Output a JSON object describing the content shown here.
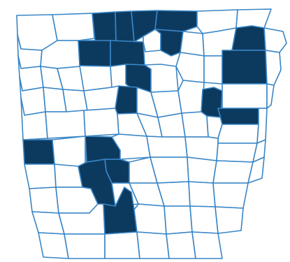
{
  "map": {
    "region": "Arkansas",
    "unit": "county",
    "colors": {
      "background": "#ffffff",
      "county_fill": "#ffffff",
      "border": "#3a86c6",
      "highlight_fill": "#0c3a5f"
    },
    "highlighted_count": 17,
    "total_count": 75,
    "legend": null,
    "title": ""
  }
}
